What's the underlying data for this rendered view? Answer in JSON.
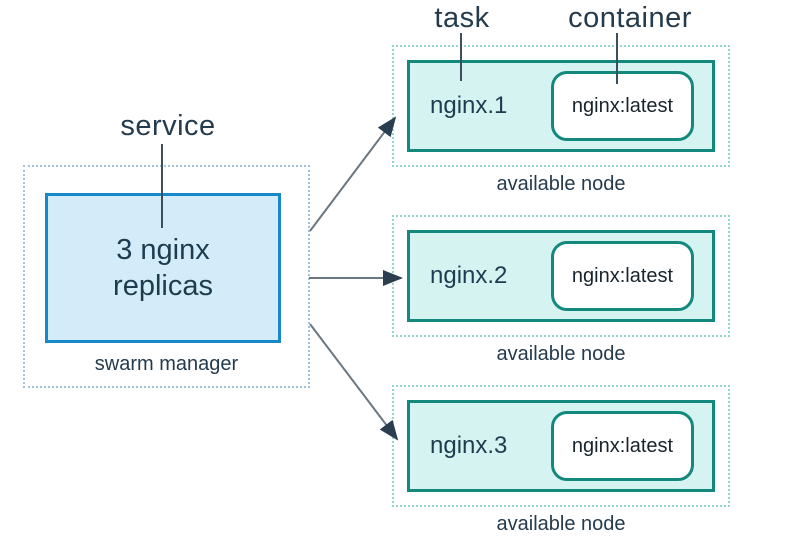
{
  "labels": {
    "service": "service",
    "task": "task",
    "container": "container"
  },
  "manager": {
    "service_text": "3 nginx\nreplicas",
    "caption": "swarm manager"
  },
  "nodes": [
    {
      "task_name": "nginx.1",
      "container_image": "nginx:latest",
      "caption": "available node"
    },
    {
      "task_name": "nginx.2",
      "container_image": "nginx:latest",
      "caption": "available node"
    },
    {
      "task_name": "nginx.3",
      "container_image": "nginx:latest",
      "caption": "available node"
    }
  ],
  "colors": {
    "service_box_border": "#1789c9",
    "service_box_fill": "#d4ecf9",
    "manager_dotted_border": "#9cc3d8",
    "node_dotted_border": "#93d6d0",
    "task_box_border": "#13897e",
    "task_box_fill": "#d5f4f1",
    "container_box_fill": "#ffffff",
    "arrow_line": "#6b7780",
    "arrow_head": "#2b3e4f",
    "leader_line": "#3d4f5c",
    "label_text": "#243b4d"
  }
}
